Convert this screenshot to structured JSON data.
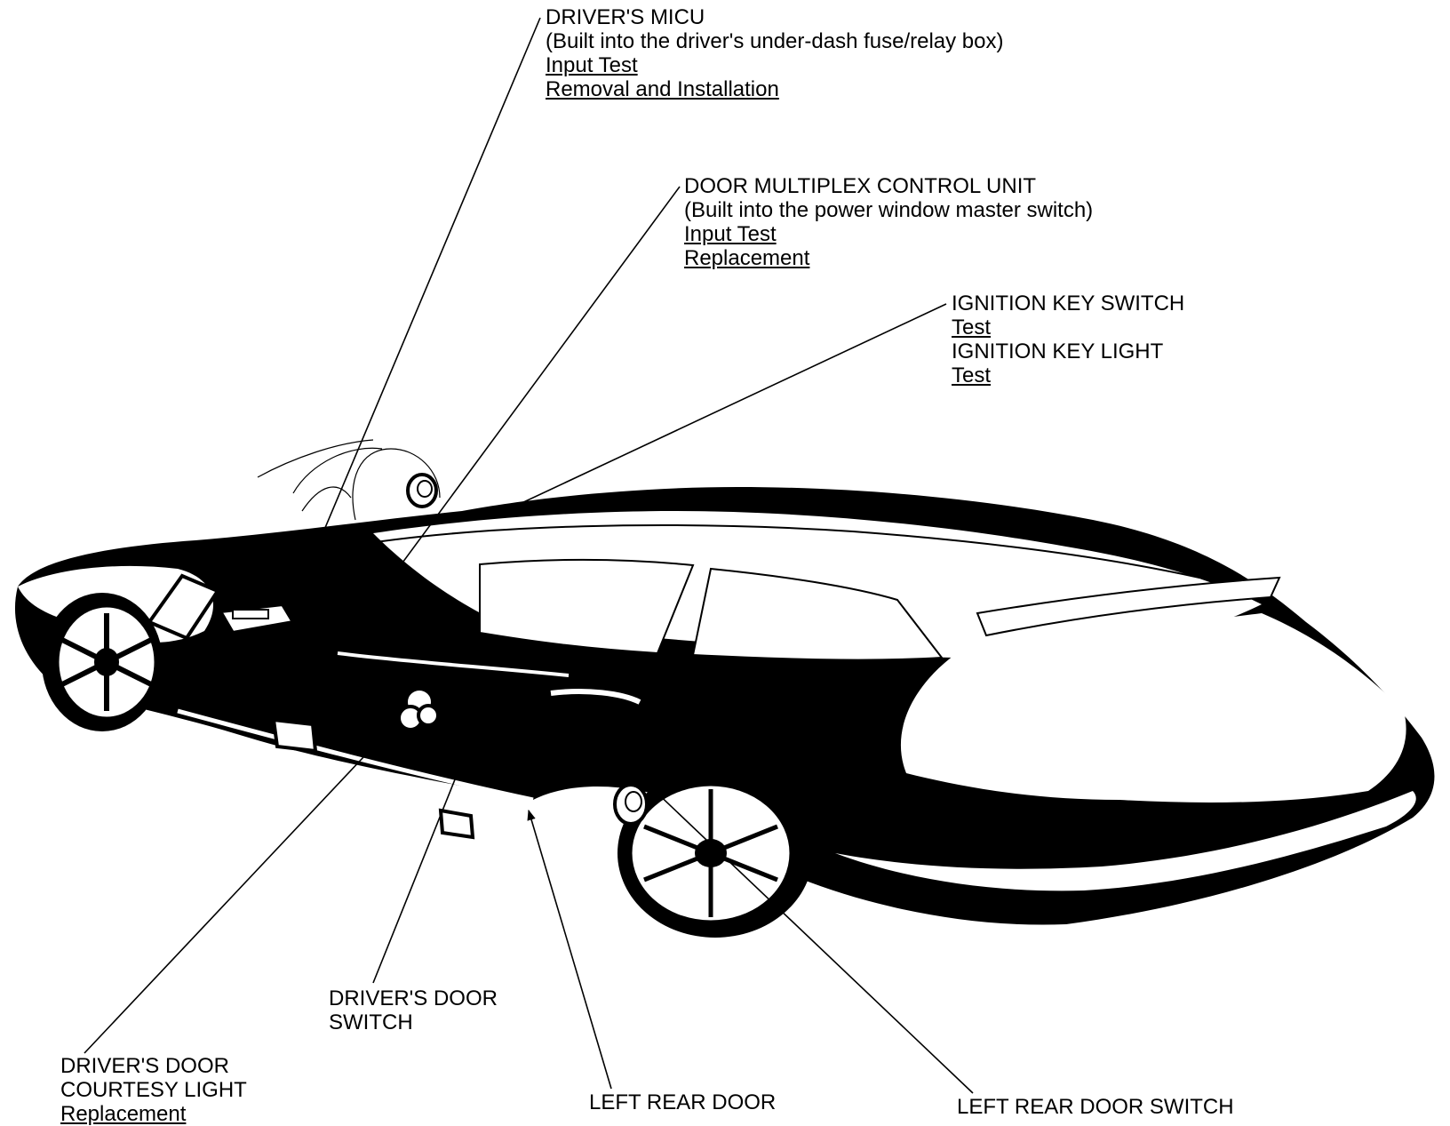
{
  "callouts": {
    "drivers_micu": {
      "title": "DRIVER'S MICU",
      "note": "(Built into the driver's under-dash fuse/relay box)",
      "links": [
        "Input Test",
        "Removal and Installation"
      ]
    },
    "door_multiplex": {
      "title": "DOOR MULTIPLEX CONTROL UNIT",
      "note": "(Built into the power window master switch)",
      "links": [
        "Input Test",
        "Replacement"
      ]
    },
    "ignition_key_switch": {
      "title": "IGNITION KEY SWITCH",
      "link": "Test"
    },
    "ignition_key_light": {
      "title": "IGNITION KEY LIGHT",
      "link": "Test"
    },
    "drivers_door_switch": {
      "line1": "DRIVER'S DOOR",
      "line2": "SWITCH"
    },
    "drivers_door_courtesy_light": {
      "line1": "DRIVER'S DOOR",
      "line2": "COURTESY LIGHT",
      "link": "Replacement"
    },
    "left_rear_door": {
      "title": "LEFT REAR DOOR"
    },
    "left_rear_door_switch": {
      "title": "LEFT REAR DOOR SWITCH"
    }
  }
}
